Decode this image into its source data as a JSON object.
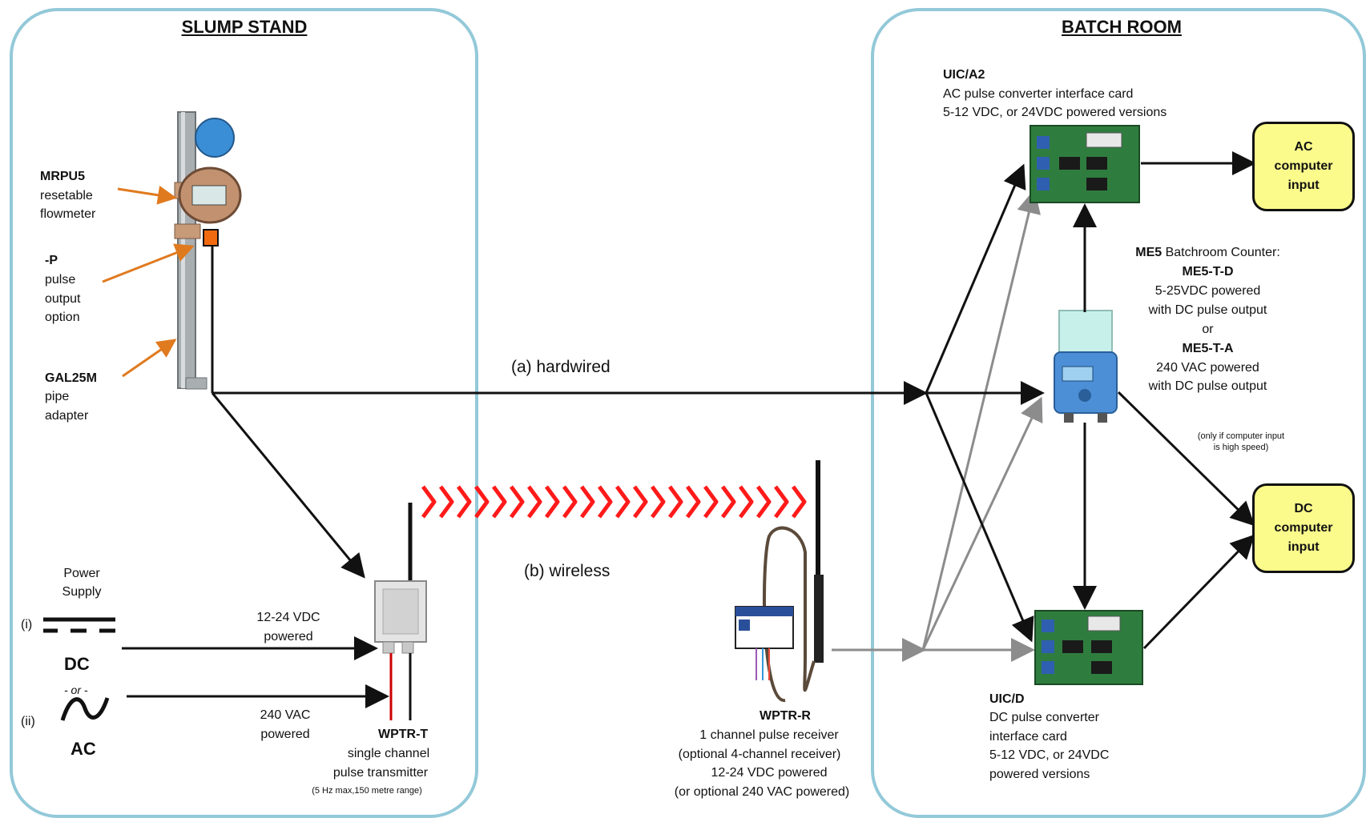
{
  "slump_stand": {
    "title": "SLUMP STAND"
  },
  "batch_room": {
    "title": "BATCH ROOM"
  },
  "flowmeter": {
    "name": "MRPU5",
    "line1": "resetable",
    "line2": "flowmeter"
  },
  "pulse_option": {
    "name": "-P",
    "line1": "pulse",
    "line2": "output",
    "line3": "option"
  },
  "pipe_adapter": {
    "name": "GAL25M",
    "line1": "pipe",
    "line2": "adapter"
  },
  "links": {
    "hardwired": "(a) hardwired",
    "wireless": "(b) wireless"
  },
  "power": {
    "title1": "Power",
    "title2": "Supply",
    "opt1": "(i)",
    "dc": "DC",
    "or": "- or -",
    "opt2": "(ii)",
    "ac": "AC",
    "dc_label1": "12-24 VDC",
    "dc_label2": "powered",
    "ac_label1": "240 VAC",
    "ac_label2": "powered"
  },
  "transmitter": {
    "name": "WPTR-T",
    "line1": "single channel",
    "line2": "pulse transmitter",
    "note": "(5 Hz max,150 metre range)"
  },
  "receiver": {
    "name": "WPTR-R",
    "line1": "1 channel pulse receiver",
    "line2": "(optional 4-channel receiver)",
    "line3": "12-24 VDC powered",
    "line4": "(or optional 240 VAC powered)"
  },
  "uic_a2": {
    "name": "UIC/A2",
    "line1": "AC pulse converter  interface card",
    "line2": "5-12 VDC, or 24VDC powered versions"
  },
  "uic_d": {
    "name": "UIC/D",
    "line1": "DC pulse converter",
    "line2": "interface card",
    "line3": "5-12 VDC, or 24VDC",
    "line4": "powered versions"
  },
  "me5": {
    "name": "ME5",
    "heading_rest": " Batchroom Counter:",
    "opt1_name": "ME5-T-D",
    "opt1_l1": "5-25VDC powered",
    "opt1_l2": "with DC pulse output",
    "or": "or",
    "opt2_name": "ME5-T-A",
    "opt2_l1": "240 VAC powered",
    "opt2_l2": "with DC pulse output",
    "note1": "(only if computer input",
    "note2": "is high speed)"
  },
  "ac_input": {
    "line1": "AC",
    "line2": "computer",
    "line3": "input"
  },
  "dc_input": {
    "line1": "DC",
    "line2": "computer",
    "line3": "input"
  },
  "colors": {
    "panel_border": "#93c9d9",
    "box_fill": "#fbfb8c",
    "arrow_black": "#111111",
    "arrow_grey": "#8c8c8c",
    "pointer_orange": "#e07a1f",
    "wireless_red": "#ff1a1a",
    "pulse_marker": "#f26a10"
  }
}
